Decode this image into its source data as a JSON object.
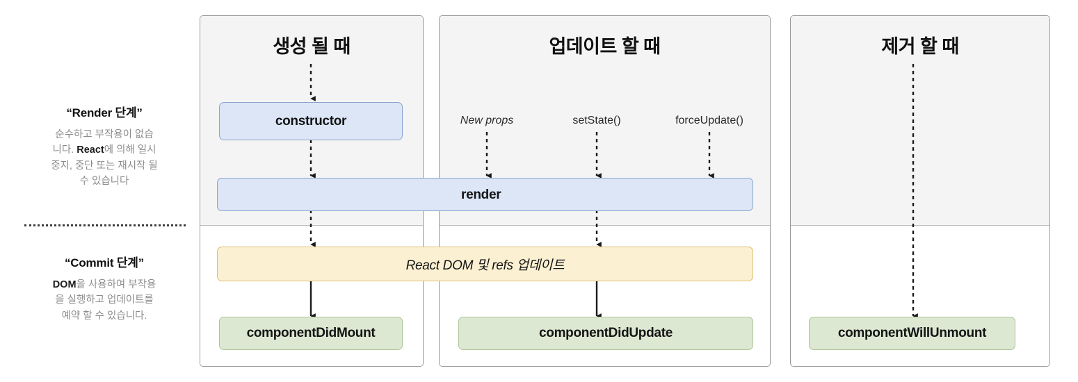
{
  "sidebar": {
    "render_phase": {
      "title": "“Render 단계”",
      "line1_a": "순수하고 부작용이 없습",
      "line2_a": "니다. ",
      "line2_b": "React",
      "line2_c": "에 의해 일시",
      "line3": "중지, 중단 또는 재시작 될",
      "line4": "수 있습니다"
    },
    "commit_phase": {
      "title": "“Commit 단계”",
      "line1_a": "DOM",
      "line1_b": "을 사용하여 부작용",
      "line2": "을 실행하고 업데이트를",
      "line3": "예약 할 수 있습니다."
    },
    "divider": "dotted-phase-divider"
  },
  "columns": [
    {
      "id": "mounting",
      "title": "생성 될 때"
    },
    {
      "id": "updating",
      "title": "업데이트 할 때"
    },
    {
      "id": "unmounting",
      "title": "제거 할 때"
    }
  ],
  "triggers": [
    {
      "label": "New props",
      "italic": true
    },
    {
      "label": "setState()",
      "italic": false
    },
    {
      "label": "forceUpdate()",
      "italic": false
    }
  ],
  "nodes": {
    "constructor": "constructor",
    "render": "render",
    "react_dom_refs": "React DOM 및 refs 업데이트",
    "component_did_mount": "componentDidMount",
    "component_did_update": "componentDidUpdate",
    "component_will_unmount": "componentWillUnmount"
  },
  "colors": {
    "render_box": "#dce6f7",
    "render_box_border": "#8ba4cf",
    "commit_box": "#fbf0d2",
    "commit_box_border": "#dcbf76",
    "lifecycle_box": "#dde8d2",
    "lifecycle_box_border": "#adc49a",
    "render_zone_bg": "#f4f4f4",
    "column_border": "#9a9a9a",
    "arrow": "#1a1a1a",
    "muted_text": "#8c8c8c"
  }
}
